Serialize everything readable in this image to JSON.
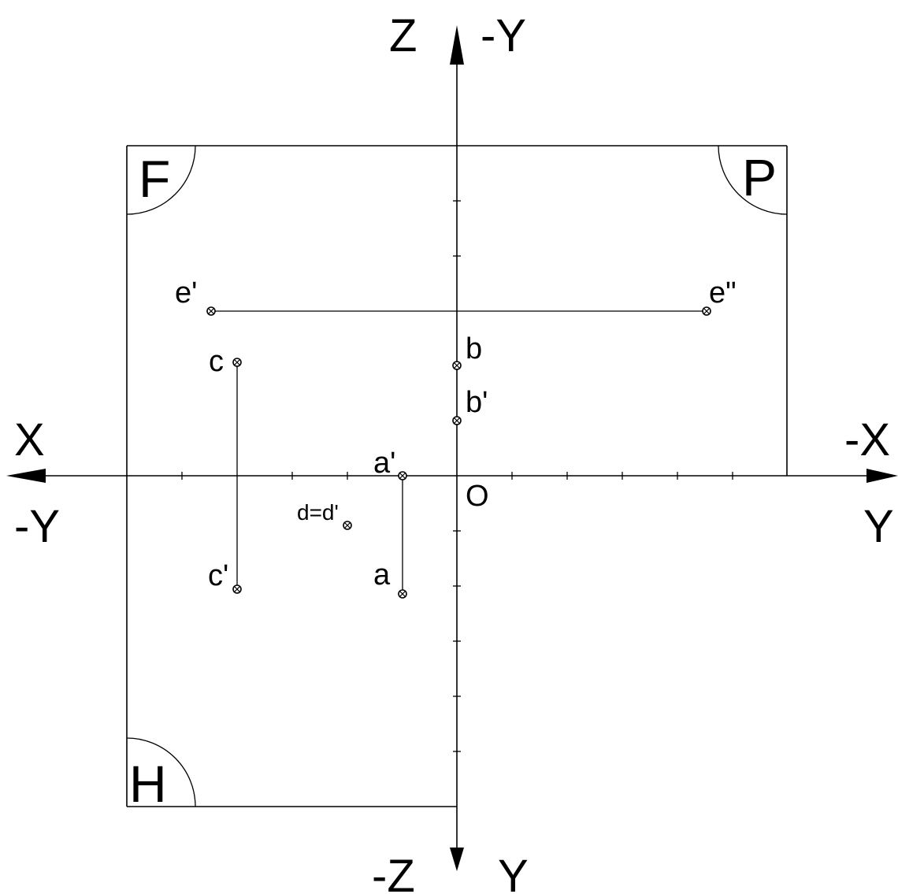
{
  "axes": {
    "x_left": "X",
    "neg_y_left": "-Y",
    "neg_x_right": "-X",
    "y_right": "Y",
    "z_top": "Z",
    "neg_y_top": "-Y",
    "neg_z_bottom": "-Z",
    "y_bottom": "Y",
    "origin": "O"
  },
  "quadrants": {
    "front": "F",
    "profile": "P",
    "horizontal": "H"
  },
  "points": {
    "e_front": "e'",
    "e_profile": "e\"",
    "c_top": "c",
    "c_bottom": "c'",
    "b_upper": "b",
    "b_lower": "b'",
    "a_front": "a'",
    "a_top": "a",
    "d": "d=d'"
  }
}
